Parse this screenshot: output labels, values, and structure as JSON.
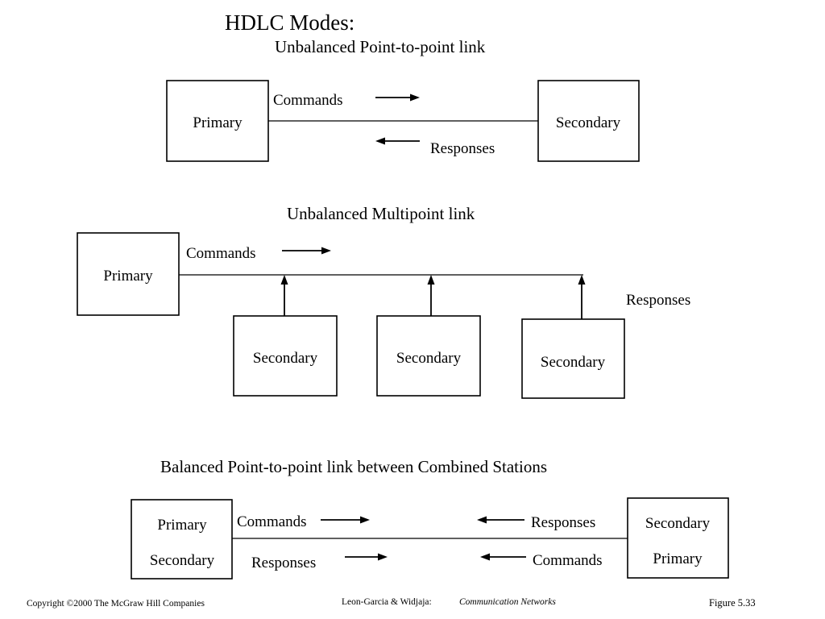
{
  "title": "HDLC Modes:",
  "sections": [
    {
      "heading": "Unbalanced Point-to-point link",
      "left_box": {
        "line1": "Primary"
      },
      "right_box": {
        "line1": "Secondary"
      },
      "edge_labels": {
        "top": "Commands",
        "bottom": "Responses"
      }
    },
    {
      "heading": "Unbalanced Multipoint link",
      "primary_box": {
        "line1": "Primary"
      },
      "secondaries": [
        {
          "label": "Secondary"
        },
        {
          "label": "Secondary"
        },
        {
          "label": "Secondary"
        }
      ],
      "edge_labels": {
        "commands": "Commands",
        "responses": "Responses"
      }
    },
    {
      "heading": "Balanced Point-to-point link between Combined Stations",
      "left_box": {
        "line1": "Primary",
        "line2": "Secondary"
      },
      "right_box": {
        "line1": "Secondary",
        "line2": "Primary"
      },
      "edge_labels": {
        "top_left": "Commands",
        "top_right": "Responses",
        "bottom_left": "Responses",
        "bottom_right": "Commands"
      }
    }
  ],
  "footer": {
    "copyright": "Copyright ©2000 The McGraw Hill Companies",
    "attribution_authors": "Leon-Garcia & Widjaja:",
    "attribution_book": "Communication Networks",
    "figure_number": "Figure 5.33"
  },
  "colors": {
    "ink": "#000000",
    "paper": "#ffffff"
  }
}
